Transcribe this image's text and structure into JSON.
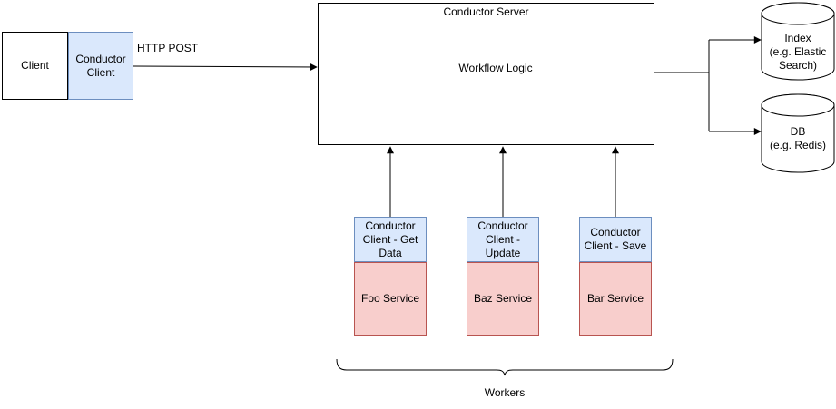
{
  "colors": {
    "canvas_bg": "#ffffff",
    "line_color": "#000000",
    "blue_fill": "#dae8fc",
    "blue_stroke": "#6c8ebf",
    "pink_fill": "#f8cecc",
    "pink_stroke": "#b85450"
  },
  "nodes": {
    "client": {
      "label": "Client"
    },
    "conductor_client": {
      "label": "Conductor Client"
    },
    "server": {
      "title": "Conductor Server"
    },
    "workflow_logic": {
      "label": "Workflow Logic"
    },
    "index_store": {
      "label": "Index\n(e.g. Elastic\nSearch)"
    },
    "db_store": {
      "label": "DB\n(e.g. Redis)"
    }
  },
  "edges": {
    "http_post_label": "HTTP POST"
  },
  "workers": {
    "brace_label": "Workers",
    "items": [
      {
        "client_label": "Conductor Client - Get Data",
        "service_label": "Foo Service"
      },
      {
        "client_label": "Conductor Client - Update",
        "service_label": "Baz Service"
      },
      {
        "client_label": "Conductor Client - Save",
        "service_label": "Bar Service"
      }
    ]
  }
}
